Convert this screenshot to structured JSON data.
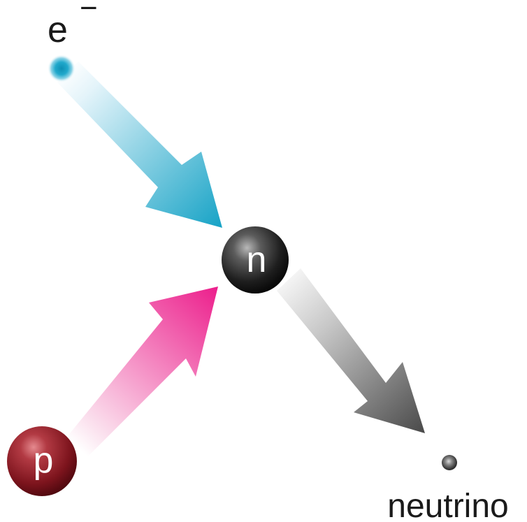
{
  "electron": {
    "label": "e",
    "charge": "−",
    "color": "#1fa6c8"
  },
  "proton": {
    "letter": "p",
    "color": "#8c1a25"
  },
  "neutron": {
    "letter": "n",
    "color": "#2a2a2a"
  },
  "neutrino": {
    "label": "neutrino",
    "color": "#6a6a6a"
  },
  "arrows": {
    "electron_arrow_color": "#17a3c6",
    "proton_arrow_color": "#ec1f8c",
    "neutrino_arrow_color": "#4a4a4a"
  }
}
